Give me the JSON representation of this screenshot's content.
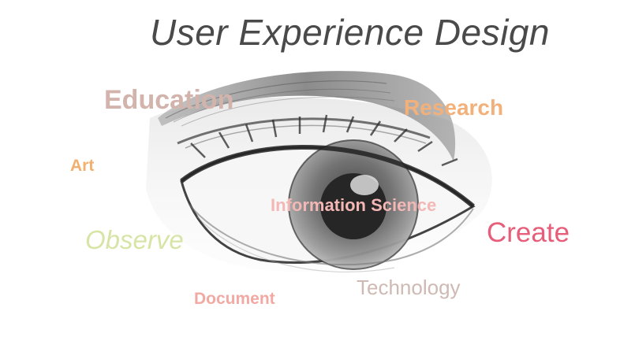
{
  "title": "User Experience Design",
  "image": {
    "subject": "eye-sketch"
  },
  "words": {
    "education": "Education",
    "research": "Research",
    "art": "Art",
    "information_science": "Information Science",
    "observe": "Observe",
    "create": "Create",
    "technology": "Technology",
    "document": "Document"
  },
  "colors": {
    "title": "#4a4a4a",
    "education": "#d2b4ad",
    "research": "#f2b07a",
    "art": "#f2b070",
    "information_science": "#f3b7b5",
    "observe": "#d6e5a6",
    "create": "#e65e79",
    "technology": "#cfb9b3",
    "document": "#f2a9a3"
  }
}
